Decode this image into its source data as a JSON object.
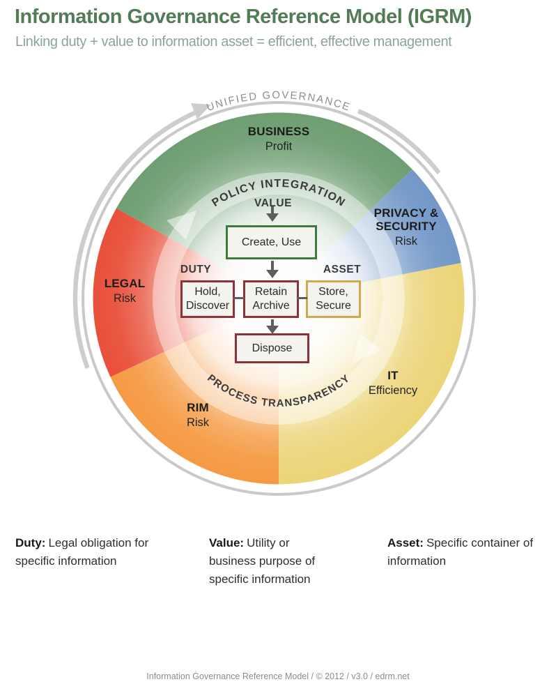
{
  "header": {
    "title": "Information Governance Reference Model (IGRM)",
    "subtitle": "Linking duty + value to information asset = efficient, effective management"
  },
  "colors": {
    "title_green": "#527c55",
    "subtitle_gray_green": "#8aa49b",
    "box_fill": "#f4f3ee",
    "flow_arrow_gray": "#5d5d5d",
    "outer_arrow_gray": "#cdcdcd"
  },
  "ring_labels": {
    "outer": "UNIFIED GOVERNANCE",
    "inner_top": "POLICY INTEGRATION",
    "inner_bottom": "PROCESS TRANSPARENCY"
  },
  "segments": {
    "business": {
      "name": "BUSINESS",
      "sublabel": "Profit",
      "color": "#6f9e72"
    },
    "privacy_security": {
      "name_line1": "PRIVACY &",
      "name_line2": "SECURITY",
      "sublabel": "Risk",
      "color": "#7398c8"
    },
    "it": {
      "name": "IT",
      "sublabel": "Efficiency",
      "color": "#ecd478"
    },
    "rim": {
      "name": "RIM",
      "sublabel": "Risk",
      "color": "#f59a43"
    },
    "legal": {
      "name": "LEGAL",
      "sublabel": "Risk",
      "color": "#e8503a"
    }
  },
  "workflow": {
    "value_label": "VALUE",
    "duty_label": "DUTY",
    "asset_label": "ASSET",
    "boxes": {
      "create": {
        "label": "Create, Use",
        "border": "#3c7b40"
      },
      "hold": {
        "line1": "Hold,",
        "line2": "Discover",
        "border": "#8e323a"
      },
      "retain": {
        "line1": "Retain",
        "line2": "Archive",
        "border": "#8e323a"
      },
      "store": {
        "line1": "Store,",
        "line2": "Secure",
        "border": "#d2a94e"
      },
      "dispose": {
        "label": "Dispose",
        "border": "#8e323a"
      }
    }
  },
  "definitions": [
    {
      "term": "Duty:",
      "text": "Legal obligation for specific information"
    },
    {
      "term": "Value:",
      "text": "Utility or business purpose of specific information"
    },
    {
      "term": "Asset:",
      "text": "Specific container of information"
    }
  ],
  "footer": "Information Governance Reference Model / © 2012 / v3.0 / edrm.net"
}
